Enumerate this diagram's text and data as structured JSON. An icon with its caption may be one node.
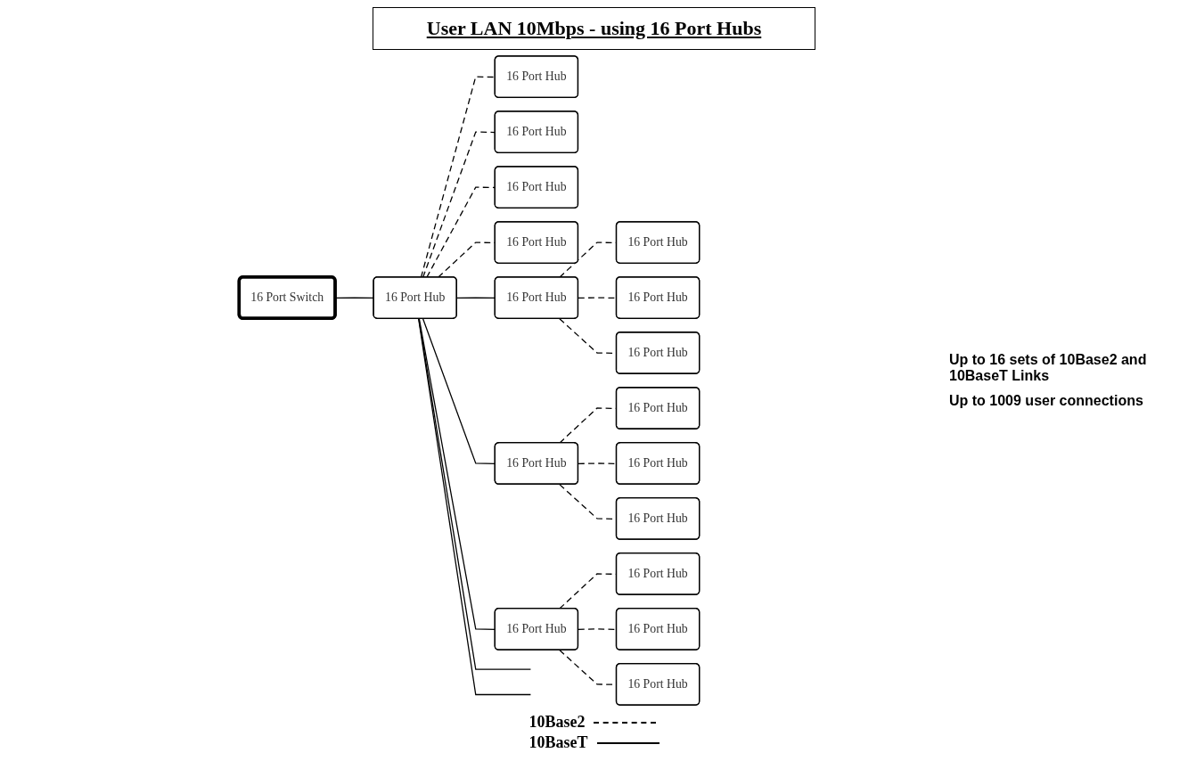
{
  "diagram": {
    "title": "User LAN 10Mbps - using 16 Port Hubs",
    "nodes": [
      {
        "text": [
          "16 Port Switch"
        ]
      },
      {
        "text": [
          "16 Port Hub"
        ]
      },
      {
        "text": [
          "16 Port Hub"
        ]
      },
      {
        "text": [
          "16 Port Hub"
        ]
      },
      {
        "text": [
          "16 Port Hub"
        ]
      },
      {
        "text": [
          "16 Port Hub"
        ]
      },
      {
        "text": [
          "16 Port Hub"
        ]
      },
      {
        "text": [
          "16 Port Hub"
        ]
      },
      {
        "text": [
          "16 Port Hub"
        ]
      },
      {
        "text": [
          "16 Port Hub"
        ]
      },
      {
        "text": [
          "16 Port Hub"
        ]
      },
      {
        "text": [
          "16 Port Hub"
        ]
      },
      {
        "text": [
          "16 Port Hub"
        ]
      },
      {
        "text": [
          "16 Port Hub"
        ]
      },
      {
        "text": [
          "16 Port Hub"
        ]
      },
      {
        "text": [
          "16 Port Hub"
        ]
      },
      {
        "text": [
          "16 Port Hub"
        ]
      },
      {
        "text": [
          "16 Port Hub"
        ]
      }
    ],
    "edges": [
      {
        "from": 0,
        "to": 1,
        "arrow": "none"
      },
      {
        "from": 1,
        "to": 2,
        "arrow": "none",
        "style": "dashed"
      },
      {
        "from": 1,
        "to": 3,
        "arrow": "none",
        "style": "dashed"
      },
      {
        "from": 1,
        "to": 4,
        "arrow": "none",
        "style": "dashed"
      },
      {
        "from": 1,
        "to": 5,
        "arrow": "none",
        "style": "dashed"
      },
      {
        "from": 1,
        "to": 6,
        "arrow": "none"
      },
      {
        "from": 6,
        "to": 7,
        "arrow": "none",
        "style": "dashed"
      },
      {
        "from": 6,
        "to": 8,
        "arrow": "none",
        "style": "dashed"
      },
      {
        "from": 6,
        "to": 9,
        "arrow": "none",
        "style": "dashed"
      },
      {
        "from": 1,
        "to": 10,
        "arrow": "none"
      },
      {
        "from": 10,
        "to": 11,
        "arrow": "none",
        "style": "dashed"
      },
      {
        "from": 10,
        "to": 12,
        "arrow": "none",
        "style": "dashed"
      },
      {
        "from": 10,
        "to": 13,
        "arrow": "none",
        "style": "dashed"
      },
      {
        "from": 1,
        "to": 14,
        "arrow": "none"
      },
      {
        "from": 14,
        "to": 15,
        "arrow": "none",
        "style": "dashed"
      },
      {
        "from": 14,
        "to": 16,
        "arrow": "none",
        "style": "dashed"
      },
      {
        "from": 14,
        "to": 17,
        "arrow": "none",
        "style": "dashed"
      },
      {
        "from": 1,
        "to": null,
        "arrow": "none"
      },
      {
        "from": 1,
        "to": null,
        "arrow": "none"
      }
    ],
    "labels": [
      "Up to 16 sets of 10Base2 and 10BaseT Links",
      "Up to 1009 user connections"
    ],
    "legend": [
      {
        "text": "10Base2"
      },
      {
        "text": "10BaseT"
      }
    ]
  }
}
